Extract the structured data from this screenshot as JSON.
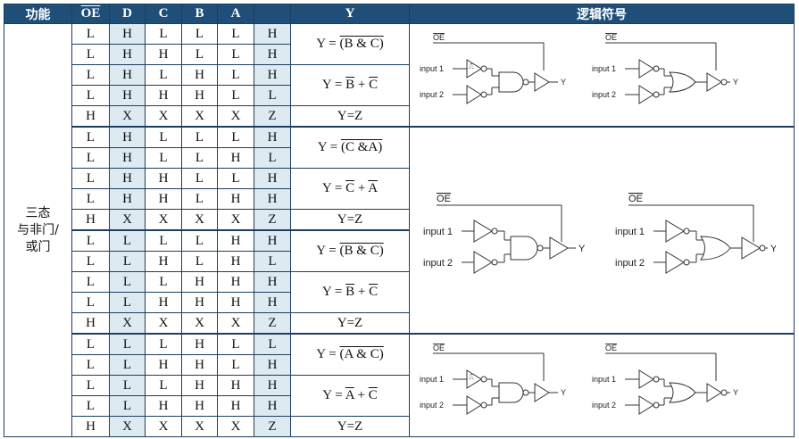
{
  "header": {
    "function": "功能",
    "oe": "OE",
    "d": "D",
    "c": "C",
    "b": "B",
    "a": "A",
    "y": "Y",
    "logic_symbol": "逻辑符号"
  },
  "function_label": {
    "line1": "三态",
    "line2": "与非门/",
    "line3": "或门"
  },
  "groups": [
    {
      "rows": [
        [
          "L",
          "H",
          "L",
          "L",
          "L",
          "H"
        ],
        [
          "L",
          "H",
          "H",
          "L",
          "L",
          "H"
        ],
        [
          "L",
          "H",
          "L",
          "H",
          "L",
          "H"
        ],
        [
          "L",
          "H",
          "H",
          "H",
          "L",
          "L"
        ],
        [
          "H",
          "X",
          "X",
          "X",
          "X",
          "Z"
        ]
      ],
      "expr1": {
        "pre": "Y = ",
        "b1": "(",
        "a": "B",
        "op": " & ",
        "b": "C",
        "b2": ")"
      },
      "expr2": {
        "pre": "Y = ",
        "a": "B",
        "op": " + ",
        "b": "C"
      },
      "z_expr": "Y=Z"
    },
    {
      "rows": [
        [
          "L",
          "H",
          "L",
          "L",
          "L",
          "H"
        ],
        [
          "L",
          "H",
          "L",
          "L",
          "H",
          "L"
        ],
        [
          "L",
          "H",
          "H",
          "L",
          "L",
          "H"
        ],
        [
          "L",
          "H",
          "H",
          "L",
          "H",
          "H"
        ],
        [
          "H",
          "X",
          "X",
          "X",
          "X",
          "Z"
        ]
      ],
      "expr1": {
        "pre": "Y = ",
        "b1": "(",
        "a": "C",
        "op": " &",
        "b": "A",
        "b2": ")"
      },
      "expr2": {
        "pre": "Y = ",
        "a": "C",
        "op": " + ",
        "b": "A"
      },
      "z_expr": "Y=Z"
    },
    {
      "rows": [
        [
          "L",
          "L",
          "L",
          "L",
          "H",
          "H"
        ],
        [
          "L",
          "L",
          "H",
          "L",
          "H",
          "L"
        ],
        [
          "L",
          "L",
          "L",
          "H",
          "H",
          "H"
        ],
        [
          "L",
          "L",
          "H",
          "H",
          "H",
          "H"
        ],
        [
          "H",
          "X",
          "X",
          "X",
          "X",
          "Z"
        ]
      ],
      "expr1": {
        "pre": "Y = ",
        "b1": "(",
        "a": "B",
        "op": " & ",
        "b": "C",
        "b2": ")"
      },
      "expr2": {
        "pre": "Y = ",
        "a": "B",
        "op": " + ",
        "b": "C"
      },
      "z_expr": "Y=Z"
    },
    {
      "rows": [
        [
          "L",
          "L",
          "L",
          "H",
          "L",
          "L"
        ],
        [
          "L",
          "L",
          "H",
          "H",
          "L",
          "H"
        ],
        [
          "L",
          "L",
          "L",
          "H",
          "H",
          "H"
        ],
        [
          "L",
          "L",
          "H",
          "H",
          "H",
          "H"
        ],
        [
          "H",
          "X",
          "X",
          "X",
          "X",
          "Z"
        ]
      ],
      "expr1": {
        "pre": "Y = ",
        "b1": "(",
        "a": "A",
        "op": " & ",
        "b": "C",
        "b2": ")"
      },
      "expr2": {
        "pre": "Y = ",
        "a": "A",
        "op": " + ",
        "b": "C"
      },
      "z_expr": "Y=Z"
    }
  ],
  "logic": {
    "oe": "OE",
    "input1": "input 1",
    "input2": "input 2",
    "y": "Y"
  },
  "colors": {
    "header_bg": "#1f4e79",
    "shade": "#deeaf1",
    "border": "#1d3f5f"
  }
}
